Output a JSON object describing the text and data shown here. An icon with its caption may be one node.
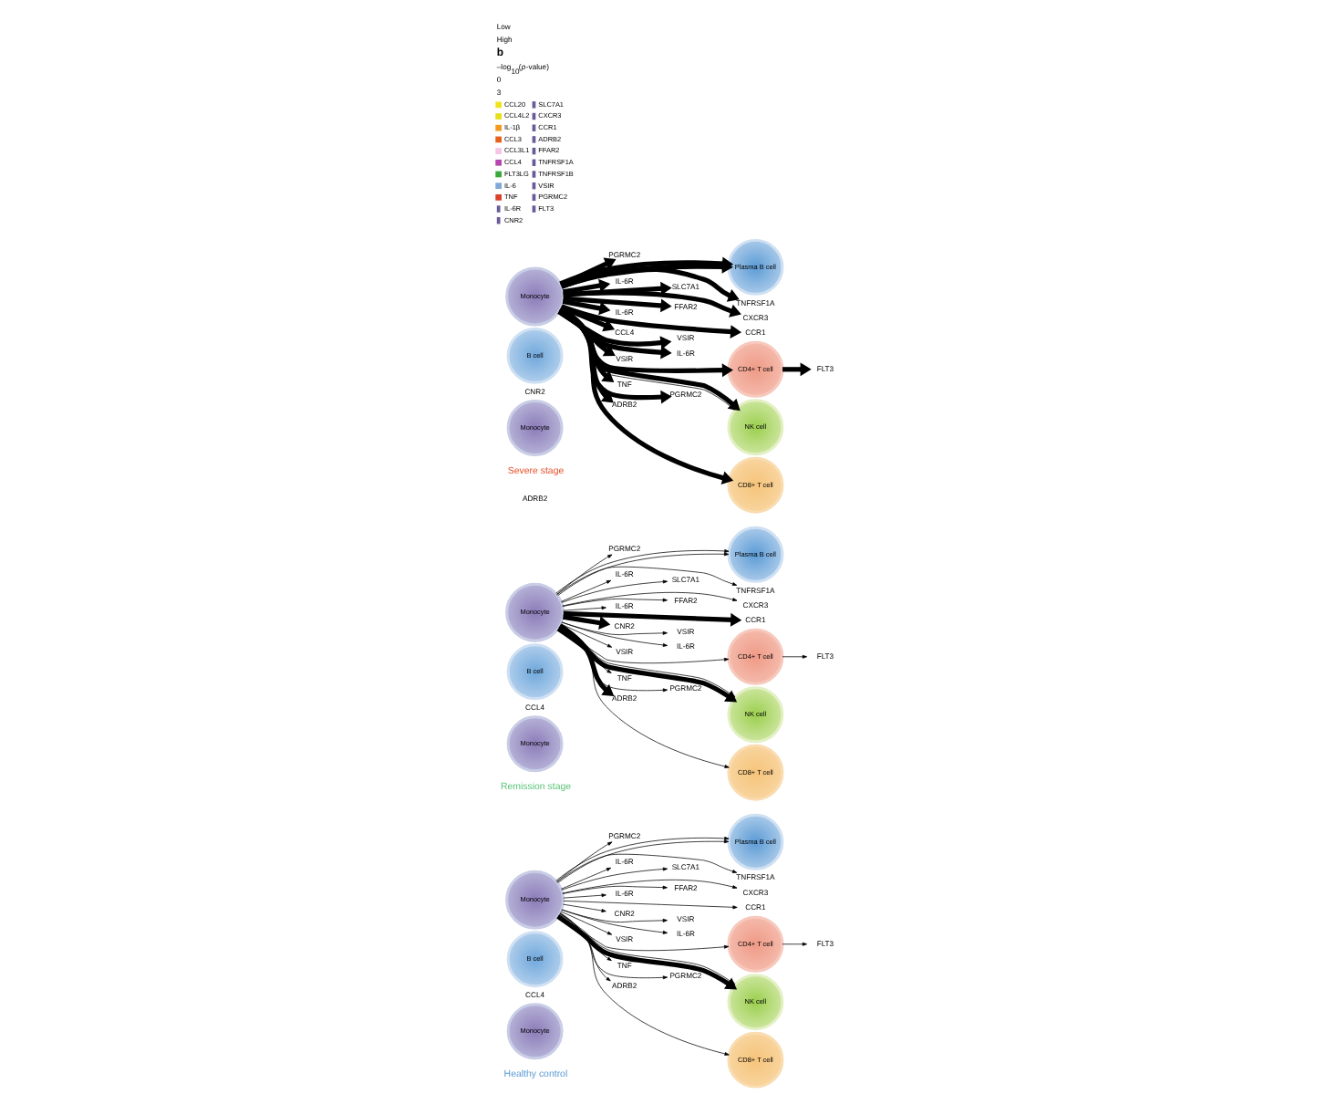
{
  "diagram": {
    "nodes": [
      {
        "text": [
          "Monocyte"
        ]
      },
      {
        "text": [
          "CD8+ T cell"
        ]
      },
      {
        "text": [
          "ADRB2"
        ]
      },
      {
        "text": [
          "PGRMC2"
        ]
      },
      {
        "text": [
          "TNF"
        ]
      },
      {
        "text": [
          "NK cell"
        ]
      },
      {
        "text": [
          "CD4+ T cell"
        ]
      },
      {
        "text": [
          "VSIR"
        ]
      },
      {
        "text": [
          "FLT3"
        ]
      },
      {
        "text": [
          "IL-6R"
        ]
      },
      {
        "text": [
          "VSIR"
        ]
      },
      {
        "text": [
          "B cell"
        ]
      },
      {
        "text": [
          "CCL4"
        ]
      },
      {
        "text": [
          "CNR2"
        ]
      },
      {
        "text": [
          "CCR1"
        ]
      },
      {
        "text": [
          "IL-6R"
        ]
      },
      {
        "text": [
          "Monocyte"
        ]
      },
      {
        "text": [
          "FFAR2"
        ]
      },
      {
        "text": [
          "CXCR3"
        ]
      },
      {
        "text": [
          "SLC7A1"
        ]
      },
      {
        "text": [
          "IL-6R"
        ]
      },
      {
        "text": [
          "TNFRSF1A"
        ]
      },
      {
        "text": [
          "Plasma B cell"
        ]
      },
      {
        "text": [
          "PGRMC2"
        ]
      },
      {
        "text": [
          "Monocyte"
        ]
      },
      {
        "text": [
          "CD8+ T cell"
        ]
      },
      {
        "text": [
          "ADRB2"
        ]
      },
      {
        "text": [
          "PGRMC2"
        ]
      },
      {
        "text": [
          "TNF"
        ]
      },
      {
        "text": [
          "NK cell"
        ]
      },
      {
        "text": [
          "CD4+ T cell"
        ]
      },
      {
        "text": [
          "VSIR"
        ]
      },
      {
        "text": [
          "FLT3"
        ]
      },
      {
        "text": [
          "IL-6R"
        ]
      },
      {
        "text": [
          "VSIR"
        ]
      },
      {
        "text": [
          "B cell"
        ]
      },
      {
        "text": [
          "CCL4"
        ]
      },
      {
        "text": [
          "CNR2"
        ]
      },
      {
        "text": [
          "CCR1"
        ]
      },
      {
        "text": [
          "IL-6R"
        ]
      },
      {
        "text": [
          "Monocyte"
        ]
      },
      {
        "text": [
          "FFAR2"
        ]
      },
      {
        "text": [
          "CXCR3"
        ]
      },
      {
        "text": [
          "SLC7A1"
        ]
      },
      {
        "text": [
          "IL-6R"
        ]
      },
      {
        "text": [
          "TNFRSF1A"
        ]
      },
      {
        "text": [
          "Plasma B cell"
        ]
      },
      {
        "text": [
          "PGRMC2"
        ]
      },
      {
        "text": [
          "Monocyte"
        ]
      },
      {
        "text": [
          "CD8+ T cell"
        ]
      },
      {
        "text": [
          "ADRB2"
        ]
      },
      {
        "text": [
          "PGRMC2"
        ]
      },
      {
        "text": [
          "TNF"
        ]
      },
      {
        "text": [
          "NK cell"
        ]
      },
      {
        "text": [
          "CD4+ T cell"
        ]
      },
      {
        "text": [
          "VSIR"
        ]
      },
      {
        "text": [
          "FLT3"
        ]
      },
      {
        "text": [
          "IL-6R"
        ]
      },
      {
        "text": [
          "VSIR"
        ]
      },
      {
        "text": [
          "B cell"
        ]
      },
      {
        "text": [
          "CCL4"
        ]
      },
      {
        "text": [
          "CNR2"
        ]
      },
      {
        "text": [
          "CCR1"
        ]
      },
      {
        "text": [
          "IL-6R"
        ]
      },
      {
        "text": [
          "Monocyte"
        ]
      },
      {
        "text": [
          "FFAR2"
        ]
      },
      {
        "text": [
          "CXCR3"
        ]
      },
      {
        "text": [
          "SLC7A1"
        ]
      },
      {
        "text": [
          "IL-6R"
        ]
      },
      {
        "text": [
          "TNFRSF1A"
        ]
      },
      {
        "text": [
          "Plasma B cell"
        ]
      },
      {
        "text": [
          "PGRMC2"
        ]
      }
    ],
    "edges": [
      {
        "from": 0,
        "to": 2,
        "arrow": "to",
        "style": "thick"
      },
      {
        "from": 0,
        "to": 3,
        "arrow": "to",
        "style": "thick"
      },
      {
        "from": 0,
        "to": 1,
        "arrow": "to",
        "style": "thick"
      },
      {
        "from": 0,
        "to": 4,
        "arrow": "to",
        "style": "thick"
      },
      {
        "from": 0,
        "to": 5,
        "arrow": "to"
      },
      {
        "from": 0,
        "to": 5,
        "arrow": "to",
        "style": "thick"
      },
      {
        "from": 0,
        "to": 7,
        "arrow": "to",
        "style": "thick"
      },
      {
        "from": 0,
        "to": 10,
        "arrow": "to",
        "style": "thick"
      },
      {
        "from": 0,
        "to": 6,
        "arrow": "to",
        "style": "thick"
      },
      {
        "from": 6,
        "to": 8,
        "arrow": "to",
        "style": "thick"
      },
      {
        "from": 0,
        "to": 9,
        "arrow": "to",
        "style": "thick"
      },
      {
        "from": 0,
        "to": 14,
        "arrow": "to",
        "style": "thick"
      },
      {
        "from": 0,
        "to": 15,
        "arrow": "to",
        "style": "thick"
      },
      {
        "from": 0,
        "to": 17,
        "arrow": "to",
        "style": "thick"
      },
      {
        "from": 0,
        "to": 21,
        "arrow": "to",
        "style": "thick"
      },
      {
        "from": 0,
        "to": 12,
        "arrow": "to",
        "style": "thick"
      },
      {
        "from": 0,
        "to": 19,
        "arrow": "to",
        "style": "thick"
      },
      {
        "from": 0,
        "to": 18,
        "arrow": "to",
        "style": "thick"
      },
      {
        "from": 0,
        "to": 20,
        "arrow": "to",
        "style": "thick"
      },
      {
        "from": 0,
        "to": 22,
        "arrow": "to",
        "style": "thick"
      },
      {
        "from": 0,
        "to": 22,
        "arrow": "to",
        "style": "thick"
      },
      {
        "from": 0,
        "to": 23,
        "arrow": "to",
        "style": "thick"
      },
      {
        "from": 24,
        "to": 26,
        "arrow": "to",
        "style": "thick"
      },
      {
        "from": 24,
        "to": 27,
        "arrow": "to"
      },
      {
        "from": 24,
        "to": 25,
        "arrow": "to"
      },
      {
        "from": 24,
        "to": 28,
        "arrow": "to"
      },
      {
        "from": 24,
        "to": 29,
        "arrow": "to",
        "style": "thick"
      },
      {
        "from": 24,
        "to": 29,
        "arrow": "to"
      },
      {
        "from": 24,
        "to": 31,
        "arrow": "to"
      },
      {
        "from": 24,
        "to": 34,
        "arrow": "to"
      },
      {
        "from": 24,
        "to": 30,
        "arrow": "to"
      },
      {
        "from": 30,
        "to": 32,
        "arrow": "to"
      },
      {
        "from": 24,
        "to": 33,
        "arrow": "to"
      },
      {
        "from": 24,
        "to": 38,
        "arrow": "to",
        "style": "thick"
      },
      {
        "from": 24,
        "to": 39,
        "arrow": "to"
      },
      {
        "from": 24,
        "to": 41,
        "arrow": "to"
      },
      {
        "from": 24,
        "to": 45,
        "arrow": "to"
      },
      {
        "from": 24,
        "to": 37,
        "arrow": "to",
        "style": "thick"
      },
      {
        "from": 24,
        "to": 43,
        "arrow": "to"
      },
      {
        "from": 24,
        "to": 42,
        "arrow": "to"
      },
      {
        "from": 24,
        "to": 44,
        "arrow": "to"
      },
      {
        "from": 24,
        "to": 46,
        "arrow": "to"
      },
      {
        "from": 24,
        "to": 46,
        "arrow": "to"
      },
      {
        "from": 24,
        "to": 47,
        "arrow": "to"
      },
      {
        "from": 48,
        "to": 50,
        "arrow": "to"
      },
      {
        "from": 48,
        "to": 51,
        "arrow": "to"
      },
      {
        "from": 48,
        "to": 49,
        "arrow": "to"
      },
      {
        "from": 48,
        "to": 52,
        "arrow": "to"
      },
      {
        "from": 48,
        "to": 53,
        "arrow": "to",
        "style": "thick"
      },
      {
        "from": 48,
        "to": 53,
        "arrow": "to"
      },
      {
        "from": 48,
        "to": 55,
        "arrow": "to"
      },
      {
        "from": 48,
        "to": 58,
        "arrow": "to"
      },
      {
        "from": 48,
        "to": 54,
        "arrow": "to"
      },
      {
        "from": 54,
        "to": 56,
        "arrow": "to"
      },
      {
        "from": 48,
        "to": 57,
        "arrow": "to"
      },
      {
        "from": 48,
        "to": 62,
        "arrow": "to"
      },
      {
        "from": 48,
        "to": 63,
        "arrow": "to"
      },
      {
        "from": 48,
        "to": 65,
        "arrow": "to"
      },
      {
        "from": 48,
        "to": 69,
        "arrow": "to"
      },
      {
        "from": 48,
        "to": 61,
        "arrow": "to"
      },
      {
        "from": 48,
        "to": 67,
        "arrow": "to"
      },
      {
        "from": 48,
        "to": 66,
        "arrow": "to"
      },
      {
        "from": 48,
        "to": 68,
        "arrow": "to"
      },
      {
        "from": 48,
        "to": 70,
        "arrow": "to"
      },
      {
        "from": 48,
        "to": 70,
        "arrow": "to"
      },
      {
        "from": 48,
        "to": 71,
        "arrow": "to"
      }
    ],
    "labels": [
      "Low",
      "High",
      "b",
      "Severe stage",
      "ADRB2",
      "–log$_{10}$(*p*-value)",
      "0",
      "3",
      "Remission stage",
      "Healthy control"
    ],
    "legend": [
      {
        "text": "CCL20",
        "color": "#f2e21c"
      },
      {
        "text": "CCL4L2",
        "color": "#e6df1a"
      },
      {
        "text": "IL-1β",
        "color": "#f39a1e"
      },
      {
        "text": "CCL3",
        "color": "#e8601c"
      },
      {
        "text": "CCL3L1",
        "color": "#f4c6e4"
      },
      {
        "text": "CCL4",
        "color": "#b546b0"
      },
      {
        "text": "FLT3LG",
        "color": "#3aa83a"
      },
      {
        "text": "IL-6",
        "color": "#7fa8d8"
      },
      {
        "text": "TNF",
        "color": "#d9412a"
      },
      {
        "text": "IL-6R"
      },
      {
        "text": "CNR2"
      },
      {
        "text": "SLC7A1"
      },
      {
        "text": "CXCR3"
      },
      {
        "text": "CCR1"
      },
      {
        "text": "ADRB2"
      },
      {
        "text": "FFAR2"
      },
      {
        "text": "TNFRSF1A"
      },
      {
        "text": "TNFRSF1B"
      },
      {
        "text": "VSIR"
      },
      {
        "text": "PGRMC2"
      },
      {
        "text": "FLT3"
      }
    ]
  }
}
